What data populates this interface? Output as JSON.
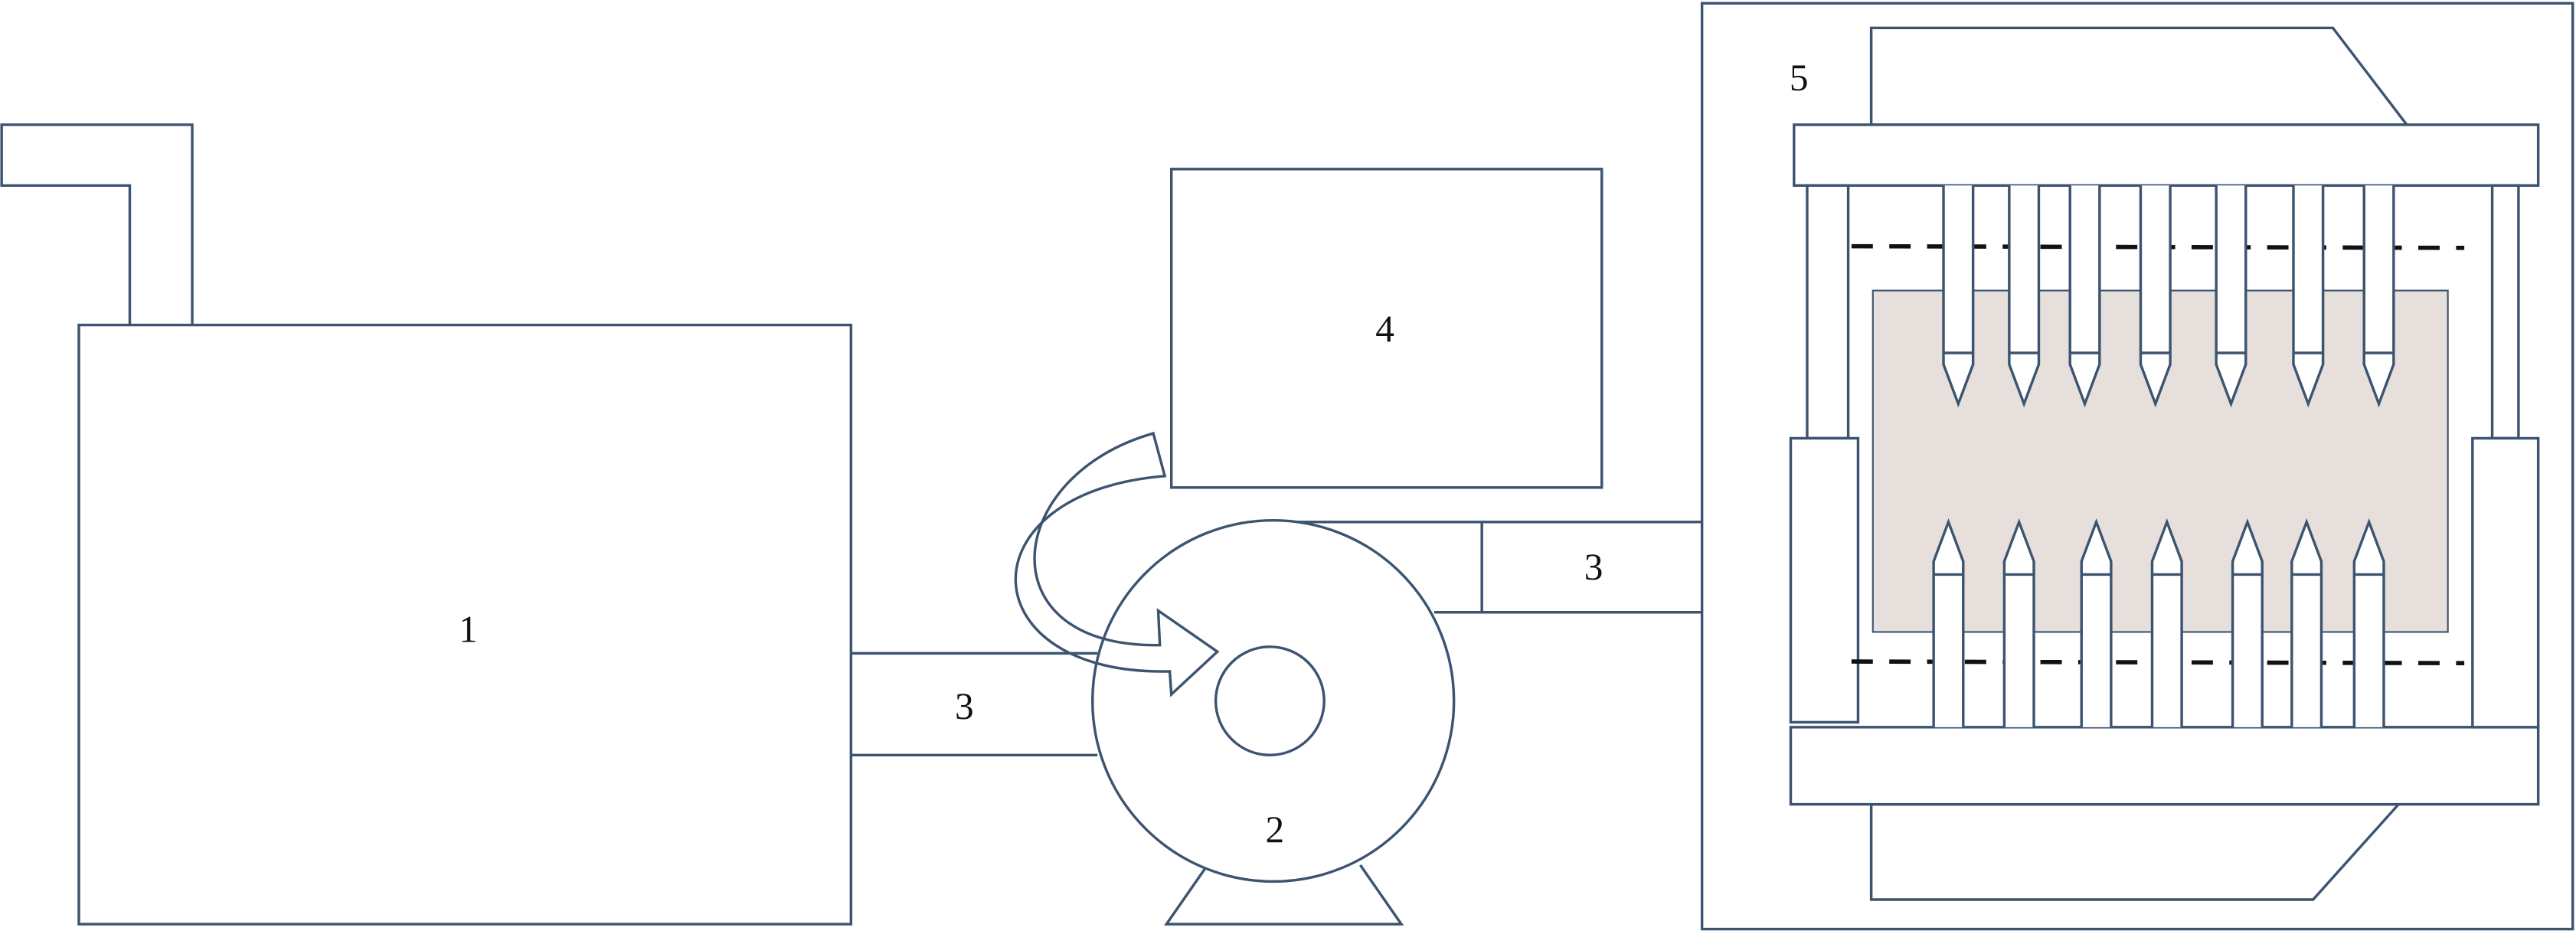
{
  "labels": {
    "tank": "1",
    "pump": "2",
    "pipe_left": "3",
    "pipe_right": "3",
    "controller": "4",
    "mold_press": "5"
  },
  "colors": {
    "stroke": "#3d5470",
    "workpiece_fill": "#e6dfdc",
    "dashed_line": "#111111"
  }
}
